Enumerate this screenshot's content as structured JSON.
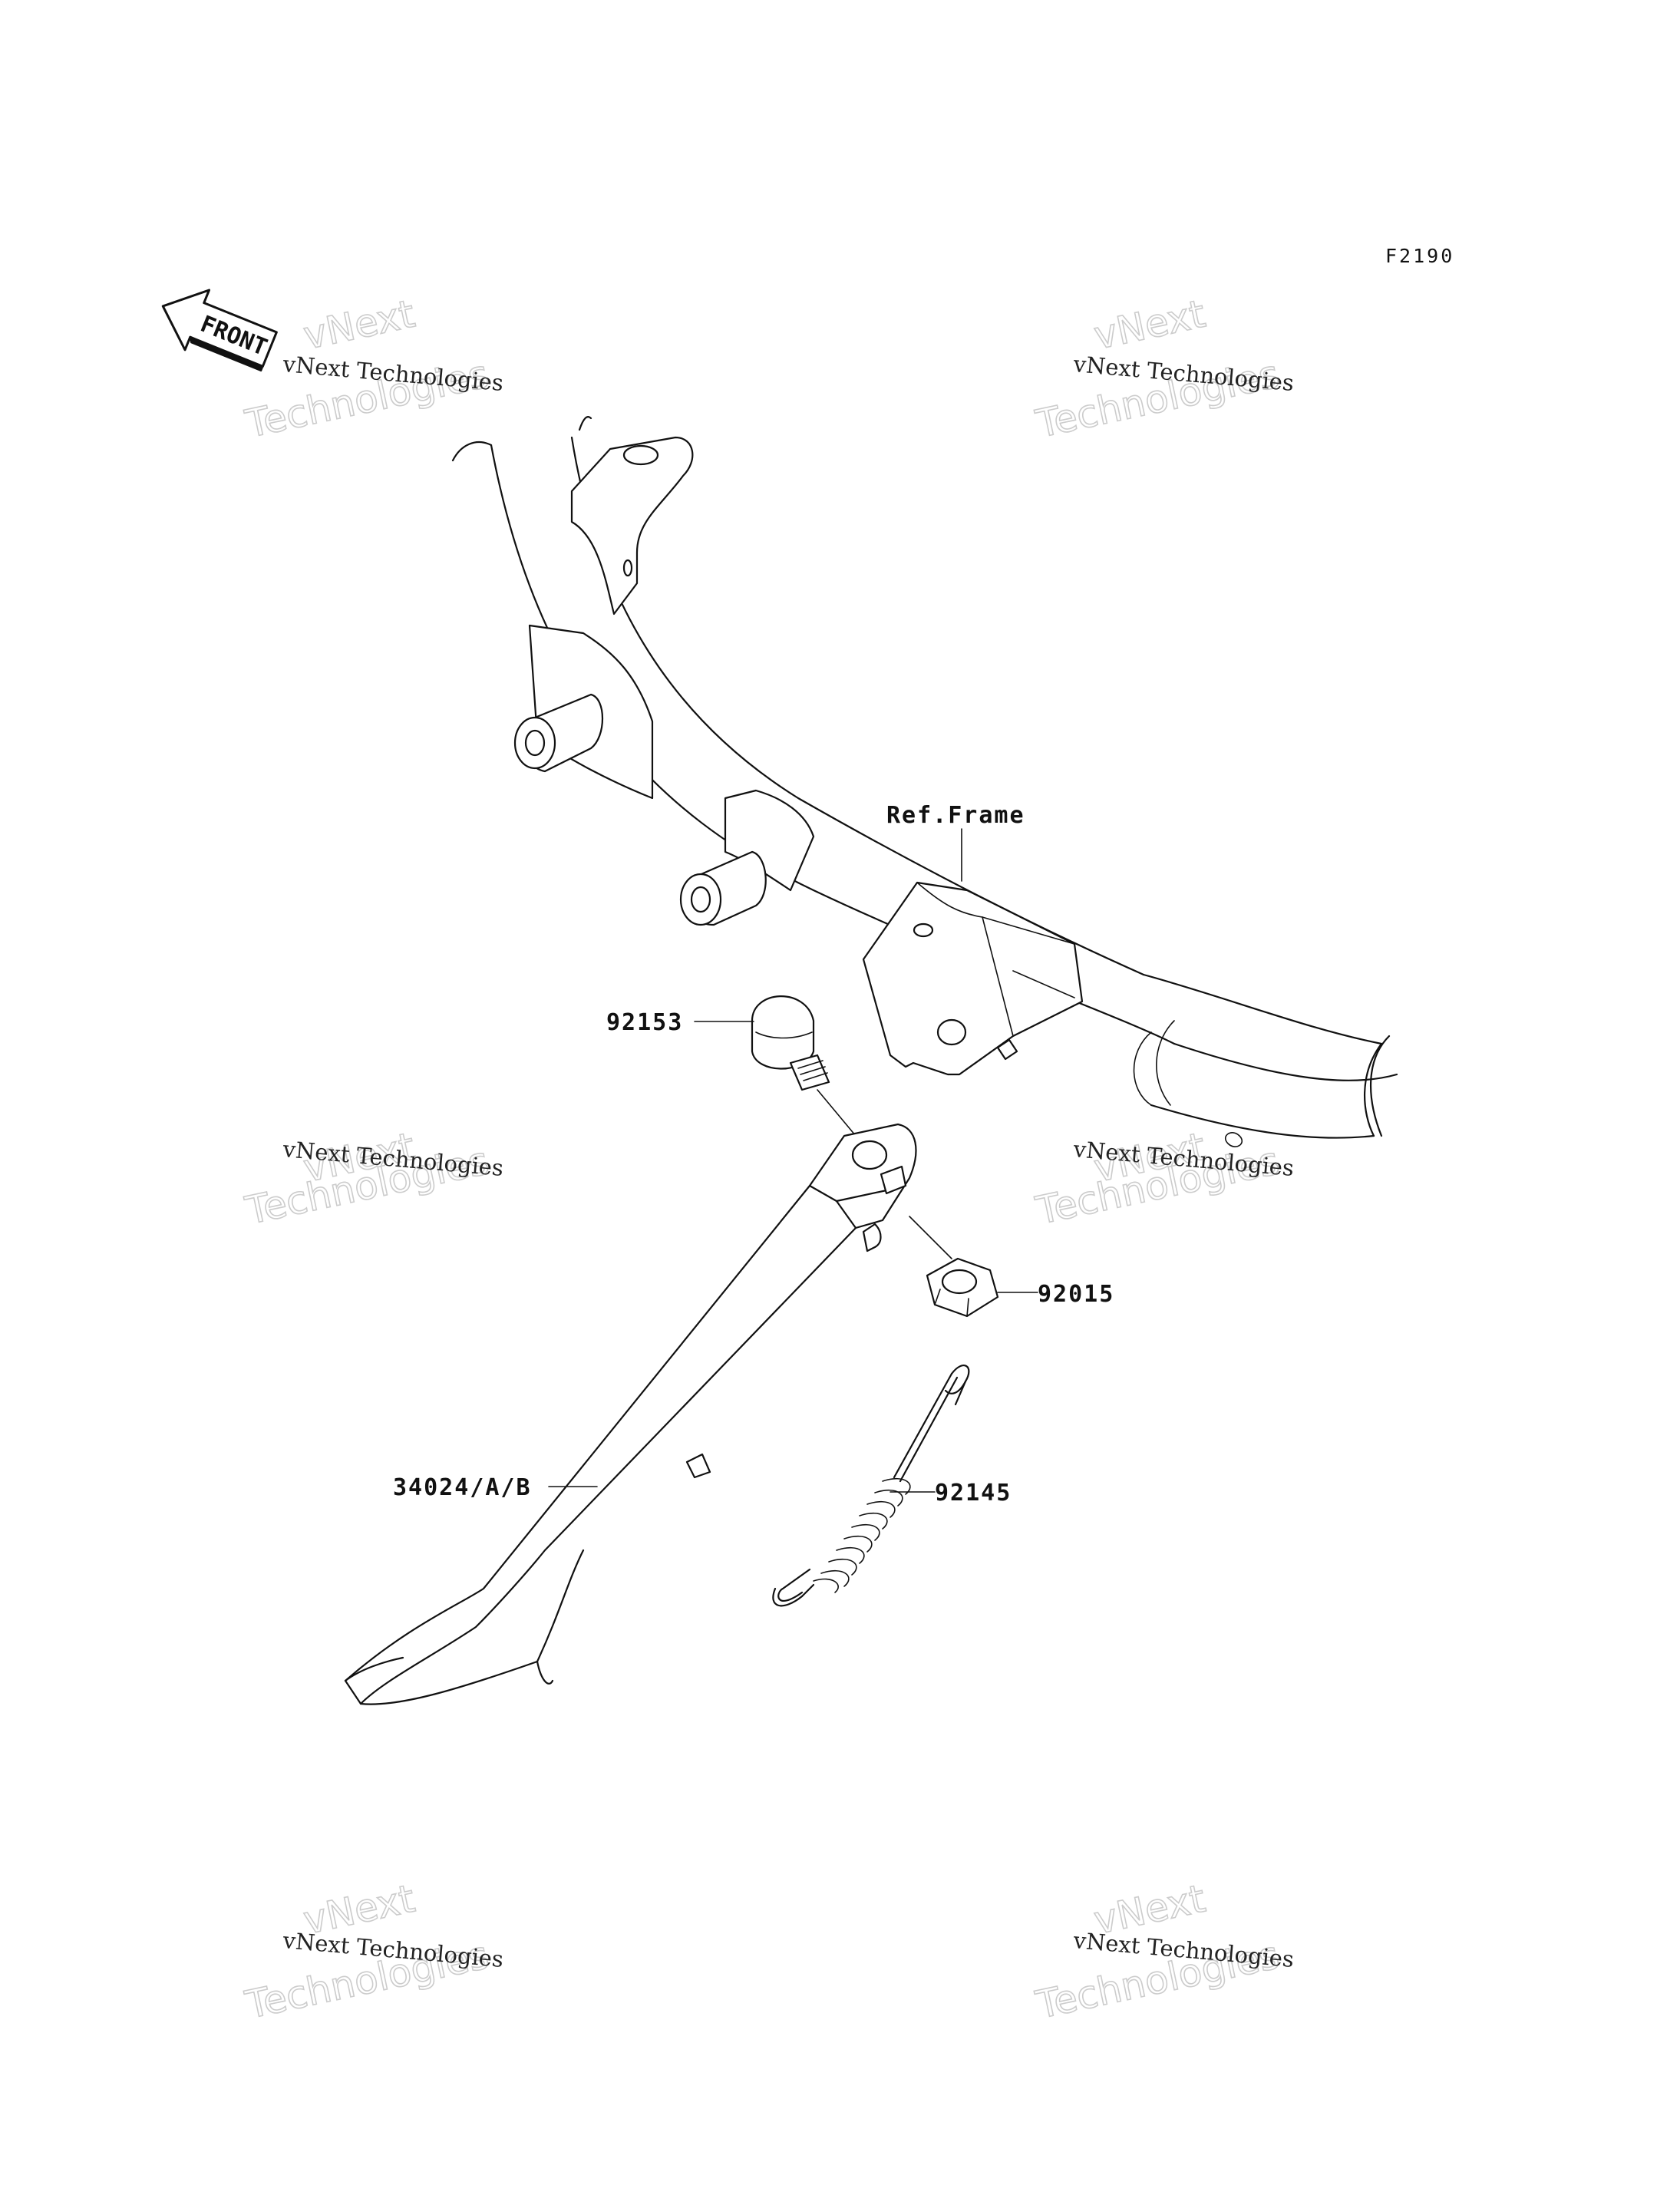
{
  "figure_code": "F2190",
  "front_marker": {
    "text": "FRONT",
    "icon": "front-arrow-icon"
  },
  "watermark": {
    "small": "vNext Technologies",
    "big_line1": "vNext",
    "big_line2": "Technologies"
  },
  "reference": {
    "label": "Ref.Frame"
  },
  "callouts": [
    {
      "part_number": "92153"
    },
    {
      "part_number": "92015"
    },
    {
      "part_number": "34024/A/B"
    },
    {
      "part_number": "92145"
    }
  ]
}
